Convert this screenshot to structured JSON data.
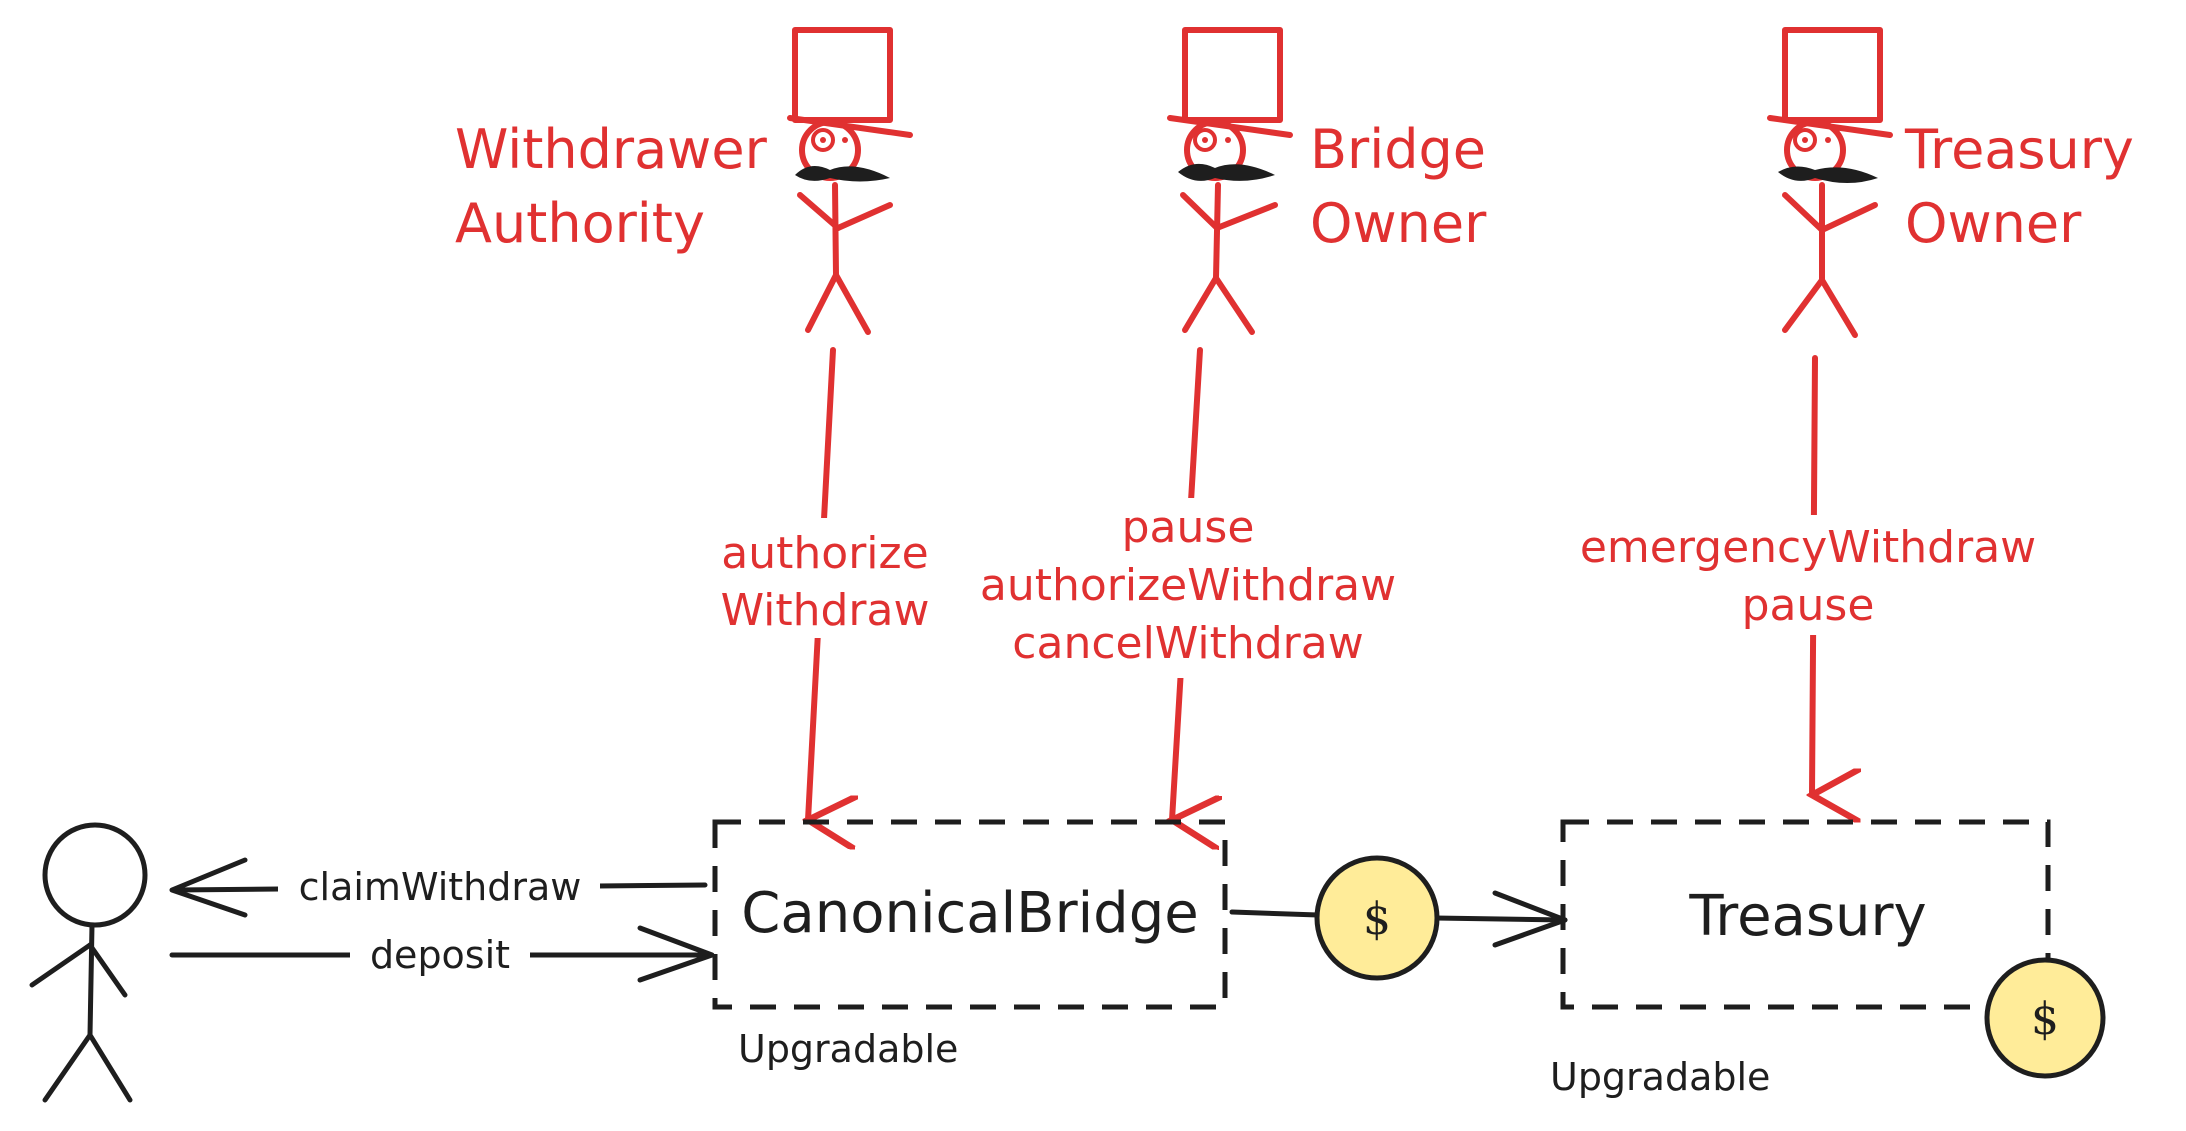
{
  "actors": {
    "withdrawer_authority": {
      "line1": "Withdrawer",
      "line2": "Authority"
    },
    "bridge_owner": {
      "line1": "Bridge",
      "line2": "Owner"
    },
    "treasury_owner": {
      "line1": "Treasury",
      "line2": "Owner"
    }
  },
  "arrows": {
    "withdrawer_authority": {
      "line1": "authorize",
      "line2": "Withdraw"
    },
    "bridge_owner": {
      "line1": "pause",
      "line2": "authorizeWithdraw",
      "line3": "cancelWithdraw"
    },
    "treasury_owner": {
      "line1": "emergencyWithdraw",
      "line2": "pause"
    }
  },
  "user_flows": {
    "claim": "claimWithdraw",
    "deposit": "deposit"
  },
  "contracts": {
    "bridge": {
      "name": "CanonicalBridge",
      "tag": "Upgradable"
    },
    "treasury": {
      "name": "Treasury",
      "tag": "Upgradable"
    }
  },
  "coins": {
    "transfer_symbol": "$",
    "treasury_symbol": "$"
  },
  "colors": {
    "privileged_role": "#e03131",
    "ink": "#1e1e1e",
    "coin_fill": "#ffec99"
  }
}
